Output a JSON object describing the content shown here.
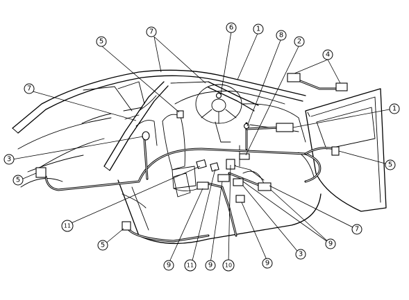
{
  "diagram": {
    "callouts": [
      {
        "id": "c1a",
        "label": "1"
      },
      {
        "id": "c1b",
        "label": "1"
      },
      {
        "id": "c2",
        "label": "2"
      },
      {
        "id": "c3a",
        "label": "3"
      },
      {
        "id": "c3b",
        "label": "3"
      },
      {
        "id": "c4",
        "label": "4"
      },
      {
        "id": "c5a",
        "label": "5"
      },
      {
        "id": "c5b",
        "label": "5"
      },
      {
        "id": "c5c",
        "label": "5"
      },
      {
        "id": "c5d",
        "label": "5"
      },
      {
        "id": "c6",
        "label": "6"
      },
      {
        "id": "c7a",
        "label": "7"
      },
      {
        "id": "c7b",
        "label": "7"
      },
      {
        "id": "c7c",
        "label": "7"
      },
      {
        "id": "c8",
        "label": "8"
      },
      {
        "id": "c9a",
        "label": "9"
      },
      {
        "id": "c9b",
        "label": "9"
      },
      {
        "id": "c9c",
        "label": "9"
      },
      {
        "id": "c9d",
        "label": "9"
      },
      {
        "id": "c10",
        "label": "10"
      },
      {
        "id": "c11a",
        "label": "11"
      },
      {
        "id": "c11b",
        "label": "11"
      }
    ]
  }
}
